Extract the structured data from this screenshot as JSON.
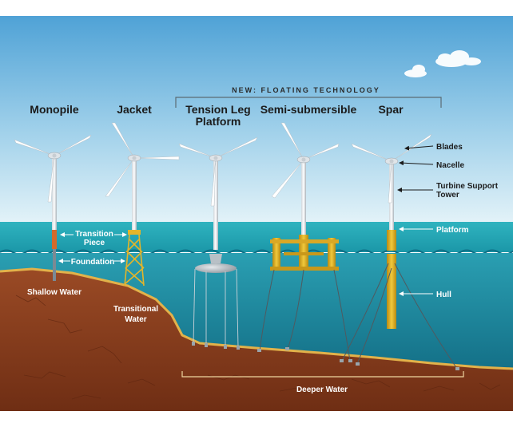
{
  "header": {
    "floating_tech": "NEW: FLOATING TECHNOLOGY"
  },
  "types": {
    "monopile": "Monopile",
    "jacket": "Jacket",
    "tlp_line1": "Tension Leg",
    "tlp_line2": "Platform",
    "semi": "Semi-submersible",
    "spar": "Spar"
  },
  "parts": {
    "blades": "Blades",
    "nacelle": "Nacelle",
    "tower_line1": "Turbine Support",
    "tower_line2": "Tower",
    "platform": "Platform",
    "hull": "Hull",
    "transition_line1": "Transition",
    "transition_line2": "Piece",
    "foundation": "Foundation"
  },
  "depths": {
    "shallow": "Shallow Water",
    "transitional_line1": "Transitional",
    "transitional_line2": "Water",
    "deeper": "Deeper Water"
  },
  "colors": {
    "sky_top": "#5aa9d8",
    "sky_bottom": "#d9eef7",
    "sea_surface": "#1fa3b0",
    "sea_deep": "#0f6f86",
    "seabed": "#8a3d1f",
    "seabed_edge": "#e0b04a",
    "float_yellow": "#e3b52a",
    "transition_orange": "#d46a2a"
  }
}
